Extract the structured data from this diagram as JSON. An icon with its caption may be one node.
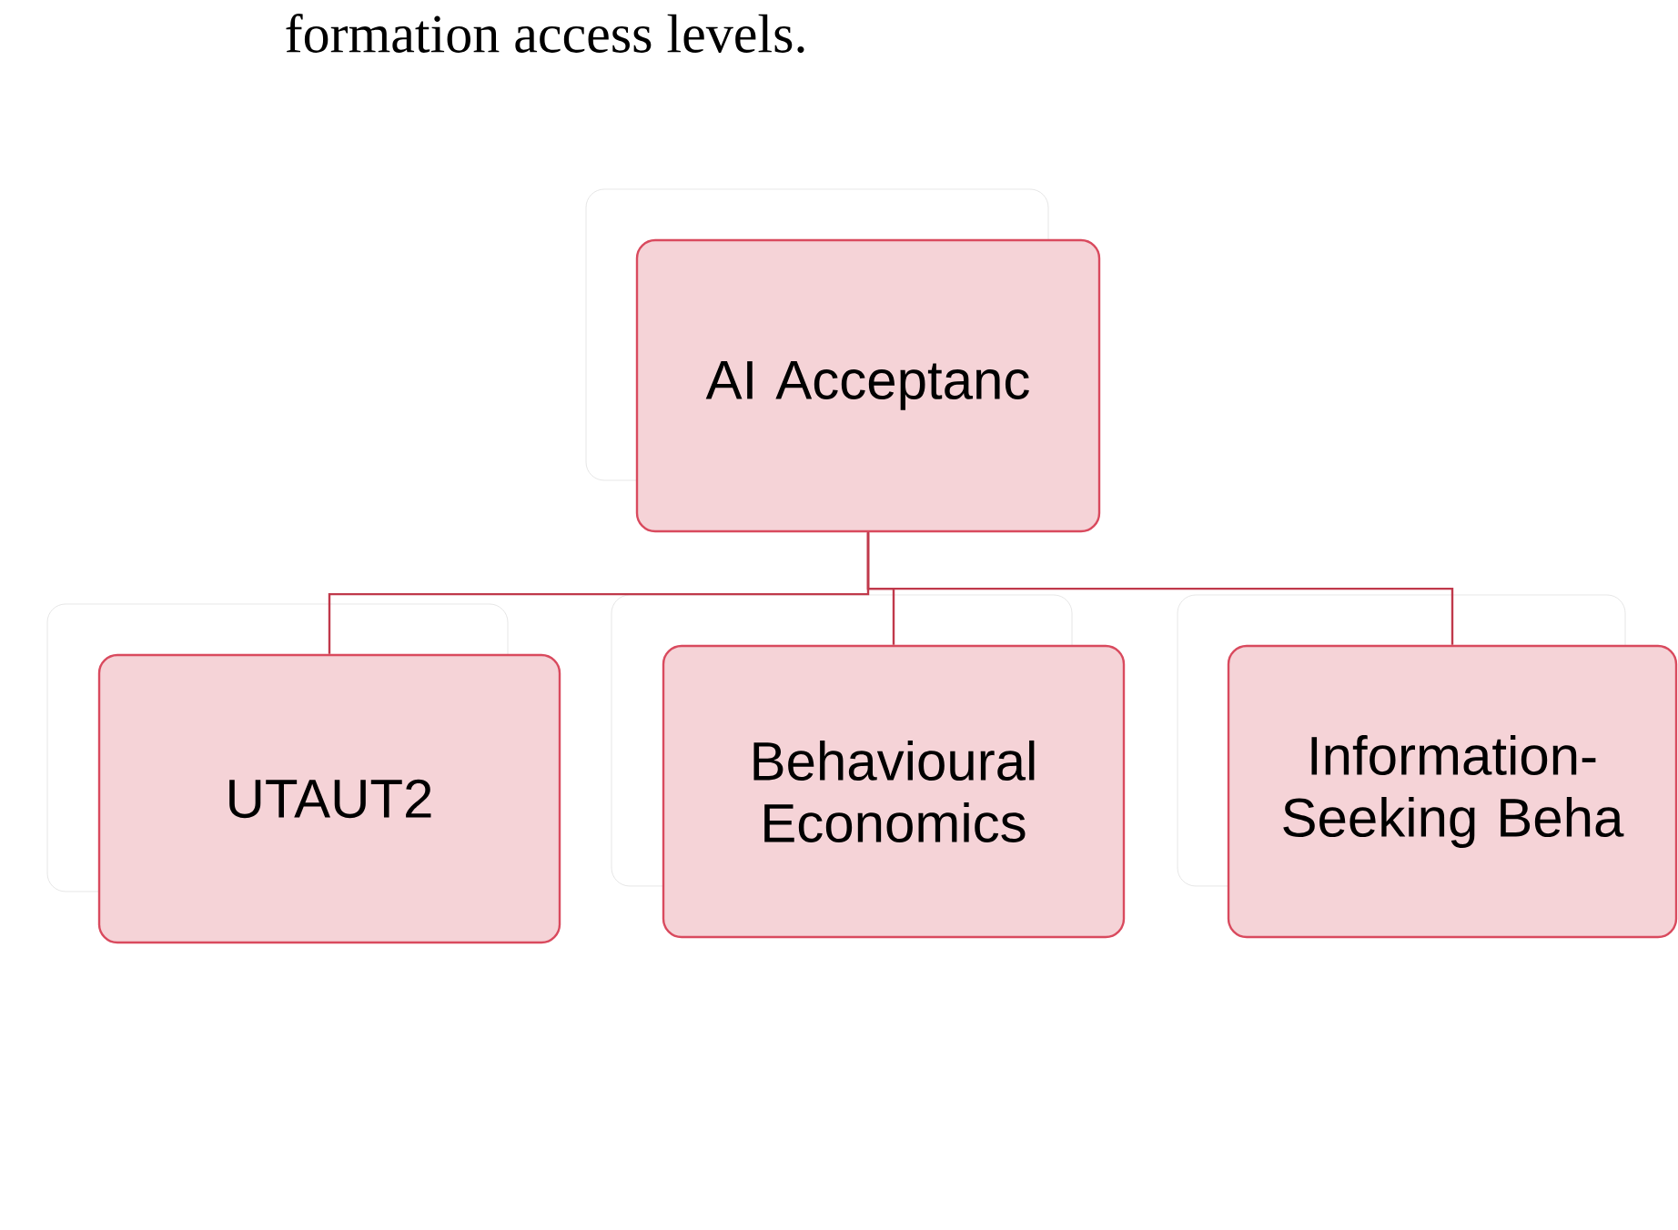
{
  "diagram": {
    "nodes": [
      {
        "text": [
          "AI Acceptanc"
        ]
      },
      {
        "text": [
          "UTAUT2"
        ]
      },
      {
        "text": [
          "Behavioural Economics"
        ]
      },
      {
        "text": [
          "Information-Seeking Beha"
        ]
      }
    ],
    "edges": [
      {
        "from": 0,
        "to": 1,
        "arrow": "none"
      },
      {
        "from": 0,
        "to": 2,
        "arrow": "none"
      },
      {
        "from": 0,
        "to": 3,
        "arrow": "none"
      }
    ],
    "labels": [
      "formation access levels."
    ]
  }
}
